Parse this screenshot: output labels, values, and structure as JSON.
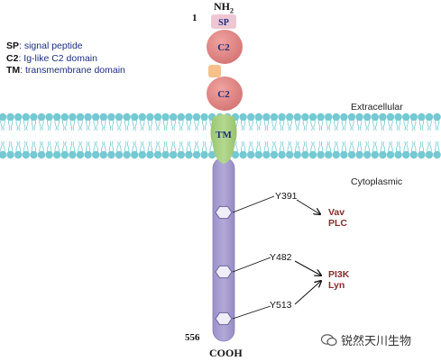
{
  "terminals": {
    "n_label": "NH2",
    "n_sub": "",
    "c_label": "COOH",
    "start_num": "1",
    "end_num": "556"
  },
  "domains": {
    "sp": "SP",
    "c2_top": "C2",
    "c2_bottom": "C2",
    "tm": "TM"
  },
  "legend": [
    {
      "abbr": "SP",
      "desc": ": signal peptide"
    },
    {
      "abbr": "C2",
      "desc": ": Ig-like C2 domain"
    },
    {
      "abbr": "TM",
      "desc": ": transmembrane domain"
    }
  ],
  "regions": {
    "extracellular": "Extracellular",
    "cytoplasmic": "Cytoplasmic"
  },
  "phosphosites": [
    "Y391",
    "Y482",
    "Y513"
  ],
  "effectors": {
    "group1": [
      "Vav",
      "PLC"
    ],
    "group2": [
      "PI3K",
      "Lyn"
    ]
  },
  "watermark": "锐然天川生物",
  "colors": {
    "effector_text": "#8b2a2a",
    "legend_text": "#1c2f80",
    "c2_fill": "#dd8585",
    "tm_fill": "#a7cd80",
    "sp_fill": "#eec7d2",
    "linker_fill": "#f5c08a",
    "tail_fill": "#a59bcd",
    "membrane": "#74c9d3"
  }
}
